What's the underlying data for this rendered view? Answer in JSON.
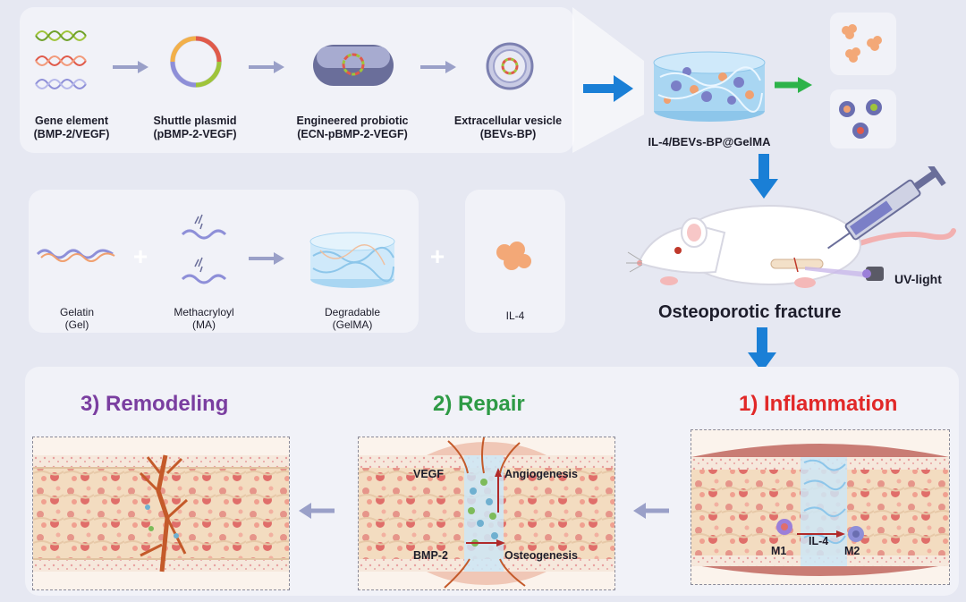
{
  "top_row": {
    "gene": {
      "line1": "Gene element",
      "line2": "(BMP-2/VEGF)"
    },
    "plasmid": {
      "line1": "Shuttle plasmid",
      "line2": "(pBMP-2-VEGF)"
    },
    "probiotic": {
      "line1": "Engineered probiotic",
      "line2": "(ECN-pBMP-2-VEGF)"
    },
    "vesicle": {
      "line1": "Extracellular vesicle",
      "line2": "(BEVs-BP)"
    }
  },
  "hydrogel": {
    "label": "IL-4/BEVs-BP@GelMA"
  },
  "middle_row": {
    "gelatin": {
      "line1": "Gelatin",
      "line2": "(Gel)"
    },
    "ma": {
      "line1": "Methacryloyl",
      "line2": "(MA)"
    },
    "gelma": {
      "line1": "Degradable",
      "line2": "(GelMA)"
    },
    "il4": {
      "label": "IL-4"
    }
  },
  "mouse": {
    "uv_label": "UV-light",
    "title": "Osteoporotic fracture"
  },
  "stages": {
    "remodeling": {
      "title": "3) Remodeling",
      "color": "#7a3ea0"
    },
    "repair": {
      "title": "2) Repair",
      "color": "#2e9a45",
      "vegf": "VEGF",
      "angio": "Angiogenesis",
      "bmp": "BMP-2",
      "osteo": "Osteogenesis"
    },
    "inflammation": {
      "title": "1) Inflammation",
      "color": "#e12828",
      "m1": "M1",
      "m2": "M2",
      "il4": "IL-4"
    }
  },
  "colors": {
    "arrow_blue": "#1a7fd6",
    "arrow_green": "#2db34a",
    "panel": "#f1f2f8"
  }
}
